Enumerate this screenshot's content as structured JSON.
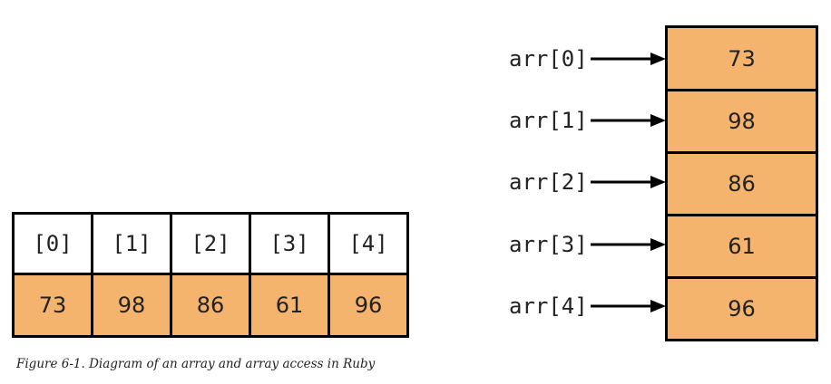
{
  "colors": {
    "cell_fill": "#f5b46d",
    "border": "#000000",
    "text": "#222222"
  },
  "array": {
    "indices": [
      "[0]",
      "[1]",
      "[2]",
      "[3]",
      "[4]"
    ],
    "values": [
      "73",
      "98",
      "86",
      "61",
      "96"
    ]
  },
  "pointers": {
    "labels": [
      "arr[0]",
      "arr[1]",
      "arr[2]",
      "arr[3]",
      "arr[4]"
    ],
    "values": [
      "73",
      "98",
      "86",
      "61",
      "96"
    ]
  },
  "caption": "Figure 6-1. Diagram of an array and array access in Ruby"
}
